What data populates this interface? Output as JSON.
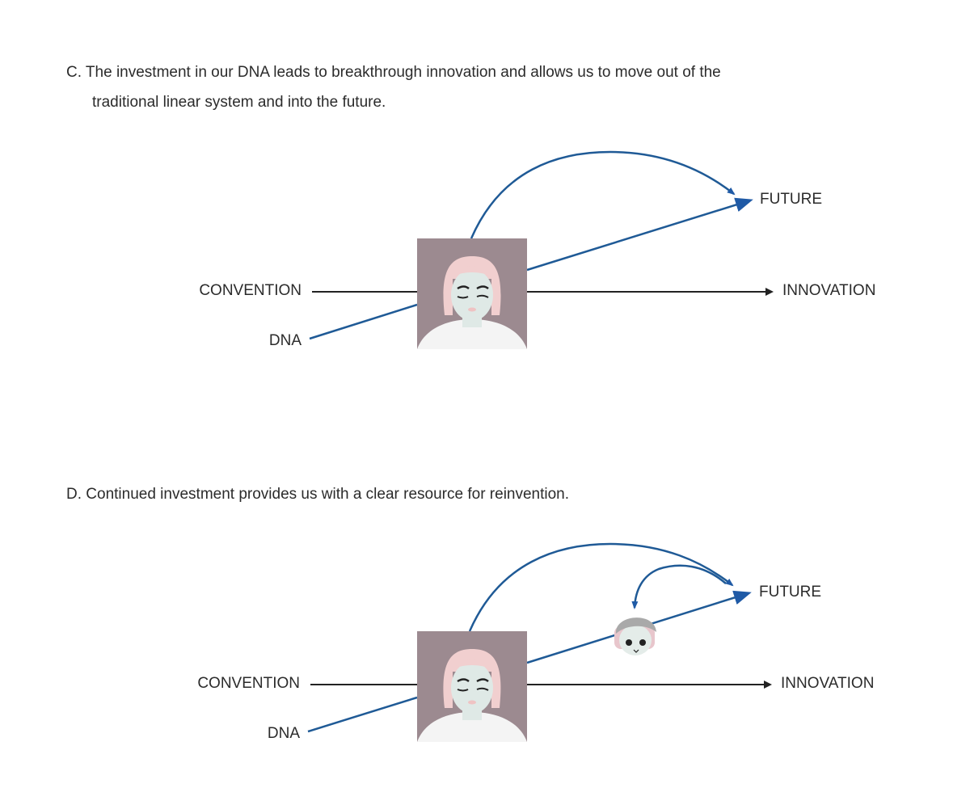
{
  "panel_c": {
    "caption_line1": "C. The investment in our DNA leads to breakthrough innovation and allows us to move out of the",
    "caption_line2": "traditional linear system and into the future.",
    "labels": {
      "convention": "CONVENTION",
      "dna": "DNA",
      "future": "FUTURE",
      "innovation": "INNOVATION"
    }
  },
  "panel_d": {
    "caption": "D. Continued investment provides us with a clear resource for reinvention.",
    "labels": {
      "convention": "CONVENTION",
      "dna": "DNA",
      "future": "FUTURE",
      "innovation": "INNOVATION"
    }
  },
  "colors": {
    "blue": "#1f5a96",
    "black": "#222222",
    "avatar_bg": "#9c8a90"
  }
}
